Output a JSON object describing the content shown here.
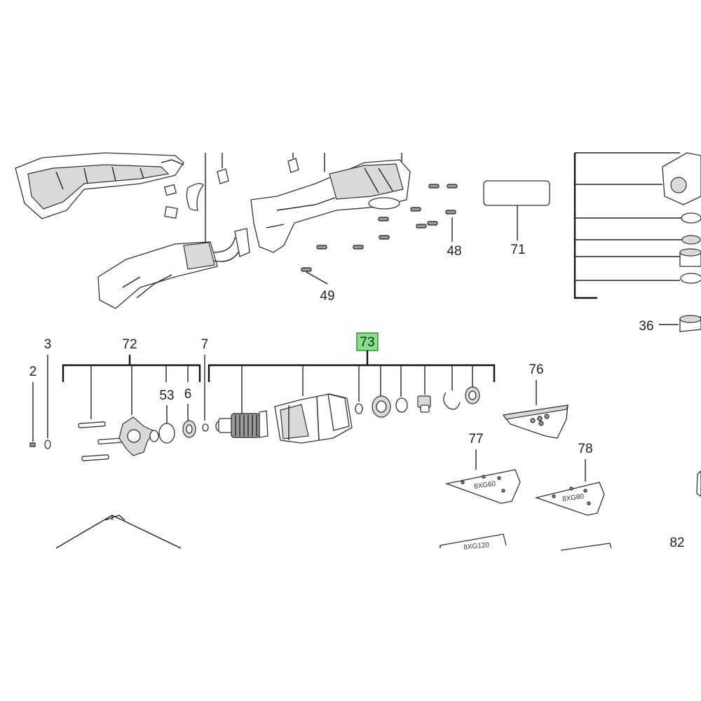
{
  "diagram": {
    "highlight_color": "#86e08a",
    "callouts": {
      "c2": "2",
      "c3": "3",
      "c72": "72",
      "c7": "7",
      "c73": "73",
      "c53": "53",
      "c6": "6",
      "c48": "48",
      "c49": "49",
      "c71": "71",
      "c36": "36",
      "c76": "76",
      "c77": "77",
      "c78": "78",
      "c82": "82"
    },
    "pad_labels": {
      "p77": "8XG60",
      "p78": "8XG80",
      "p79": "8XG120"
    }
  }
}
